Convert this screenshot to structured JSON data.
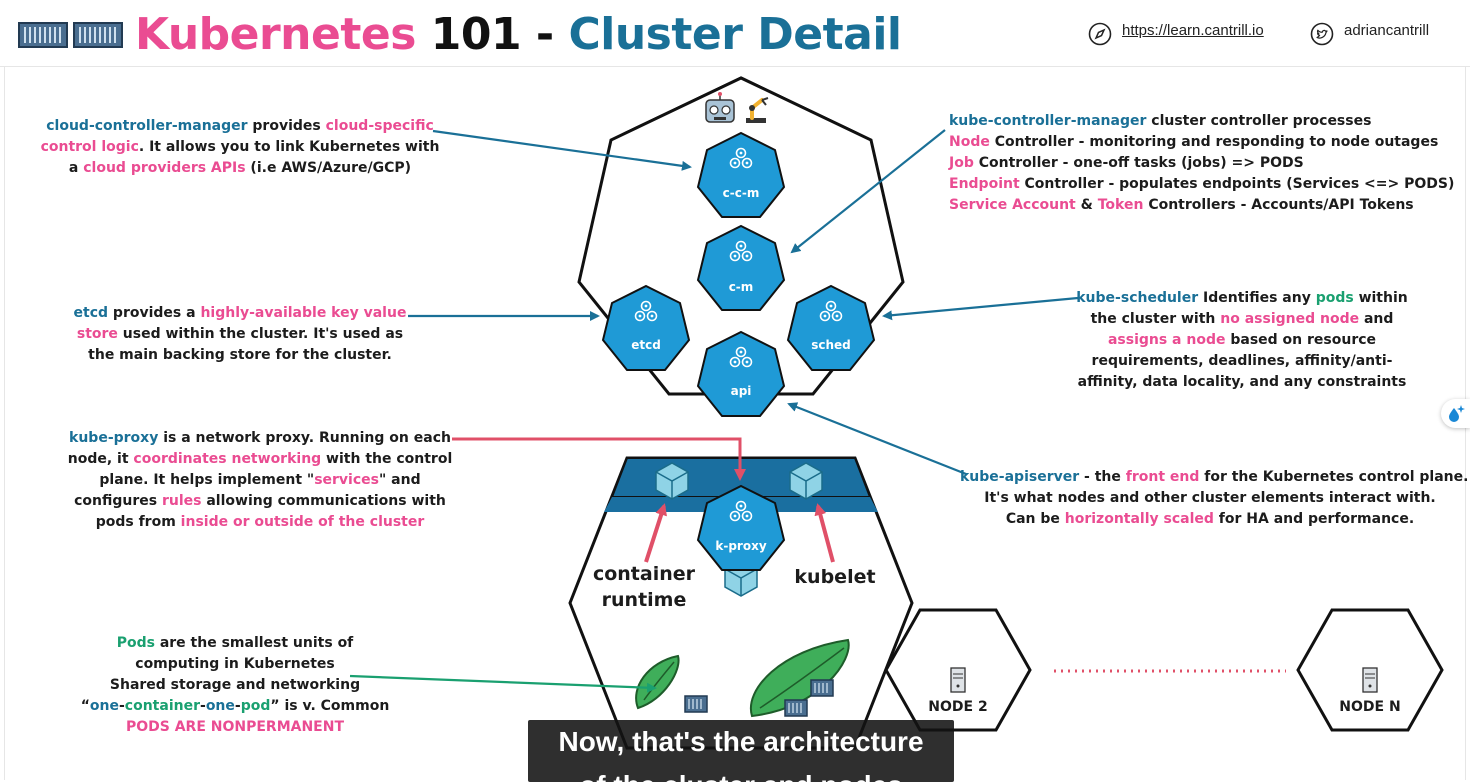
{
  "header": {
    "title_part1": "Kubernetes",
    "title_part2": " 101 - ",
    "title_part3": "Cluster Detail",
    "site_url": "https://learn.cantrill.io",
    "twitter_handle": "adriancantrill",
    "icons": [
      "containers-logo-icon",
      "compass-icon",
      "twitter-icon"
    ]
  },
  "notes": {
    "ccm": {
      "l1_a": "cloud-controller-manager",
      "l1_b": " provides ",
      "l1_c": "cloud-specific",
      "l2_a": "control logic",
      "l2_b": ". It allows you to link Kubernetes with",
      "l3_a": "a ",
      "l3_b": "cloud providers APIs",
      "l3_c": " (i.e AWS/Azure/GCP)"
    },
    "kcm": {
      "l1_a": "kube-controller-manager",
      "l1_b": " cluster controller processes",
      "l2_a": "Node",
      "l2_b": " Controller - monitoring and responding to node outages",
      "l3_a": "Job",
      "l3_b": " Controller - one-off tasks (jobs) => PODS",
      "l4_a": "Endpoint",
      "l4_b": " Controller - populates endpoints (Services <=> PODS)",
      "l5_a": "Service Account",
      "l5_b": " & ",
      "l5_c": "Token",
      "l5_d": " Controllers - Accounts/API Tokens"
    },
    "etcd": {
      "l1_a": "etcd",
      "l1_b": " provides a ",
      "l1_c": "highly-available key value",
      "l2_a": "store",
      "l2_b": " used within the cluster. It's used as",
      "l3": "the main backing store for the cluster."
    },
    "sched": {
      "l1_a": "kube-scheduler",
      "l1_b": " Identifies any ",
      "l1_c": "pods",
      "l1_d": " within",
      "l2_a": "the cluster with ",
      "l2_b": "no assigned node",
      "l2_c": " and",
      "l3_a": "assigns a node",
      "l3_b": " based on resource",
      "l4": "requirements, deadlines, affinity/anti-",
      "l5": "affinity, data locality, and any constraints"
    },
    "proxy": {
      "l1_a": "kube-proxy",
      "l1_b": " is a network proxy. Running on each",
      "l2_a": "node, it ",
      "l2_b": "coordinates networking",
      "l2_c": " with the control",
      "l3_a": "plane. It helps implement \"",
      "l3_b": "services",
      "l3_c": "\" and",
      "l4_a": "configures ",
      "l4_b": "rules",
      "l4_c": " allowing communications with",
      "l5_a": "pods from ",
      "l5_b": "inside or outside of the cluster"
    },
    "api": {
      "l1_a": "kube-apiserver",
      "l1_b": " - the ",
      "l1_c": "front end",
      "l1_d": " for the Kubernetes control plane.",
      "l2": "It's what nodes and other cluster elements interact with.",
      "l3_a": "Can be ",
      "l3_b": "horizontally scaled",
      "l3_c": " for HA and performance."
    },
    "pods": {
      "l1_a": "Pods",
      "l1_b": " are the smallest units of",
      "l2": "computing in Kubernetes",
      "l3": "Shared storage and networking",
      "l4_a": "“",
      "l4_b": "one",
      "l4_c": "-",
      "l4_d": "container",
      "l4_e": "-",
      "l4_f": "one",
      "l4_g": "-",
      "l4_h": "pod",
      "l4_i": "” is v. Common",
      "l5": "PODS ARE NONPERMANENT"
    }
  },
  "diagram": {
    "components": {
      "ccm": "c-c-m",
      "cm": "c-m",
      "etcd": "etcd",
      "sched": "sched",
      "api": "api",
      "kproxy": "k-proxy"
    },
    "container_runtime_l1": "container",
    "container_runtime_l2": "runtime",
    "kubelet": "kubelet",
    "node2": "NODE 2",
    "nodeN": "NODE N",
    "colors": {
      "blue": "#1a7097",
      "pink": "#ea4c92",
      "green": "#1aa070",
      "red_arrow": "#e05068",
      "hex_fill": "#1f9ad6",
      "dotted": "#e05068"
    }
  },
  "caption": {
    "line1": "Now, that's the architecture",
    "line2": "of the cluster and nodes"
  }
}
